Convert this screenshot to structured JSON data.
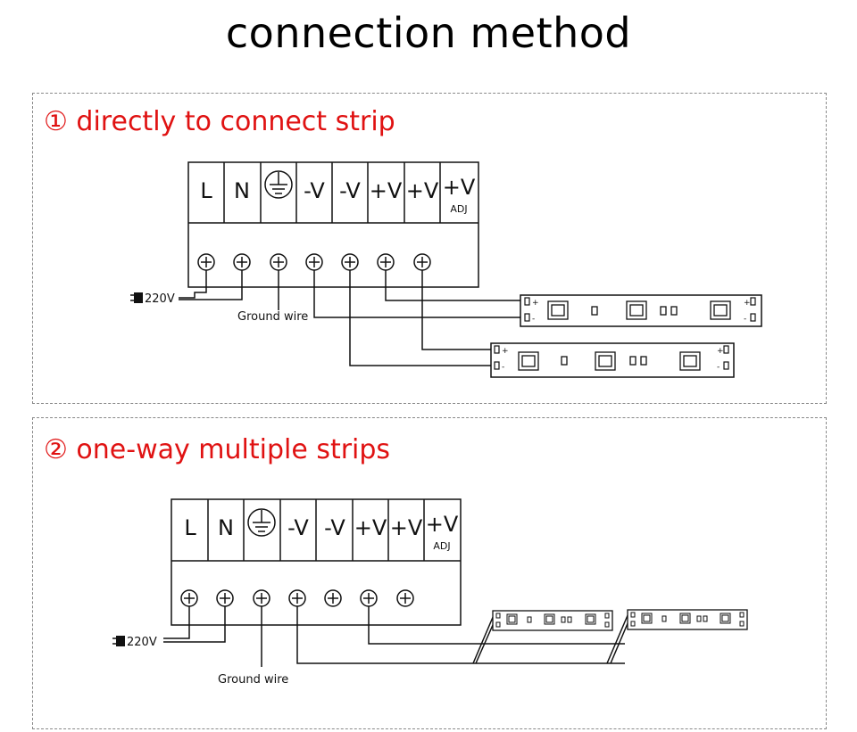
{
  "title": "connection method",
  "sections": [
    {
      "heading": "① directly to connect strip",
      "terminals": [
        "L",
        "N",
        "",
        "-V",
        "-V",
        "+V",
        "+V",
        "+V"
      ],
      "adj_label": "ADJ",
      "ac_label": "220V",
      "ground_label": "Ground  wire",
      "strip_plus": "+",
      "strip_minus": "-"
    },
    {
      "heading": "② one-way multiple strips",
      "terminals": [
        "L",
        "N",
        "",
        "-V",
        "-V",
        "+V",
        "+V",
        "+V"
      ],
      "adj_label": "ADJ",
      "ac_label": "220V",
      "ground_label": "Ground  wire"
    }
  ],
  "icons": {
    "earth": "ground-symbol-icon",
    "screw": "screw-terminal-icon",
    "plug": "plug-icon",
    "led": "led-chip-icon",
    "resistor": "resistor-icon"
  },
  "colors": {
    "heading": "#e01212",
    "line": "#111111",
    "border": "#888888"
  }
}
